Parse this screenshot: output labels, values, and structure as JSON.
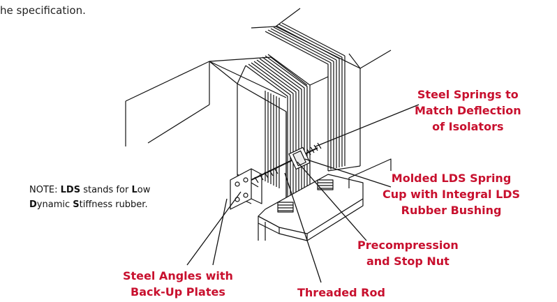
{
  "intro_text": "he specification.",
  "note": {
    "prefix": "NOTE: ",
    "term": "LDS",
    "middle": " stands for ",
    "l_bold": "L",
    "l_rest": "ow",
    "d_bold": "D",
    "d_rest": "ynamic ",
    "s_bold": "S",
    "s_rest": "tiffness rubber."
  },
  "callouts": {
    "steel_springs": [
      "Steel Springs to",
      "Match Deflection",
      "of Isolators"
    ],
    "molded_cup": [
      "Molded LDS Spring",
      "Cup with Integral LDS",
      "Rubber Bushing"
    ],
    "precompression": [
      "Precompression",
      "and Stop Nut"
    ],
    "steel_angles": [
      "Steel Angles with",
      "Back-Up Plates"
    ],
    "threaded_rod": [
      "Threaded Rod"
    ]
  },
  "colors": {
    "callout": "#c8102e",
    "line": "#111111"
  }
}
